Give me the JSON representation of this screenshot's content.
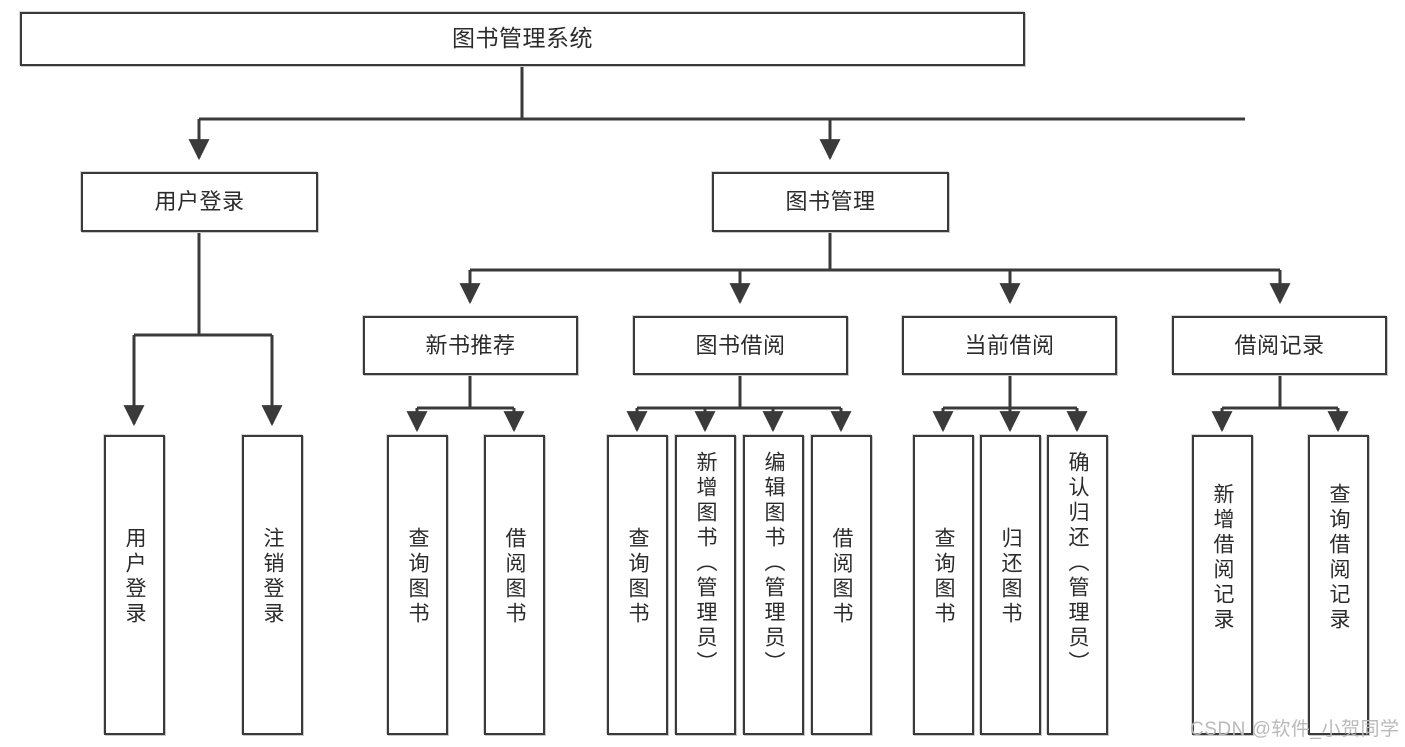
{
  "diagram": {
    "title": "图书管理系统",
    "type": "tree-hierarchy",
    "watermark": "CSDN @软件_小贺同学",
    "colors": {
      "box_border": "#3a3a3a",
      "box_fill": "#ffffff",
      "connector": "#3a3a3a",
      "text": "#2b2b2b",
      "watermark": "#b9b9b9",
      "background": "#ffffff"
    },
    "root": {
      "label": "图书管理系统"
    },
    "level2": [
      {
        "id": "user-login",
        "label": "用户登录"
      },
      {
        "id": "book-manage",
        "label": "图书管理"
      }
    ],
    "level3": [
      {
        "id": "new-book-recommend",
        "label": "新书推荐"
      },
      {
        "id": "book-borrow",
        "label": "图书借阅"
      },
      {
        "id": "current-borrow",
        "label": "当前借阅"
      },
      {
        "id": "borrow-record",
        "label": "借阅记录"
      }
    ],
    "leaves": {
      "user_login": [
        {
          "id": "leaf-user-login",
          "label": "用户登录"
        },
        {
          "id": "leaf-logout",
          "label": "注销登录"
        }
      ],
      "new_book_recommend": [
        {
          "id": "leaf-query-book-1",
          "label": "查询图书"
        },
        {
          "id": "leaf-borrow-book-1",
          "label": "借阅图书"
        }
      ],
      "book_borrow": [
        {
          "id": "leaf-query-book-2",
          "label": "查询图书"
        },
        {
          "id": "leaf-add-book",
          "label": "新增图书（管理员）"
        },
        {
          "id": "leaf-edit-book",
          "label": "编辑图书（管理员）"
        },
        {
          "id": "leaf-borrow-book-2",
          "label": "借阅图书"
        }
      ],
      "current_borrow": [
        {
          "id": "leaf-query-book-3",
          "label": "查询图书"
        },
        {
          "id": "leaf-return-book",
          "label": "归还图书"
        },
        {
          "id": "leaf-confirm-return",
          "label": "确认归还（管理员）"
        }
      ],
      "borrow_record": [
        {
          "id": "leaf-add-record",
          "label": "新增借阅记录"
        },
        {
          "id": "leaf-query-record",
          "label": "查询借阅记录"
        }
      ]
    }
  }
}
